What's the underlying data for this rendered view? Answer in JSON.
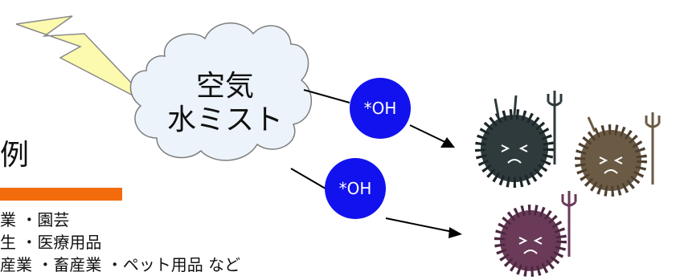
{
  "cloud": {
    "line1": "空気",
    "line2": "水ミスト"
  },
  "radicals": [
    {
      "label": "*OH"
    },
    {
      "label": "*OH"
    }
  ],
  "uses": {
    "heading": "例",
    "lines": [
      "業 ・園芸",
      "生 ・医療用品",
      "産業 ・畜産業 ・ペット用品 など"
    ]
  },
  "icons": {
    "lightning": "lightning-bolt-icon",
    "germs": "germ-icon"
  },
  "colors": {
    "radical": "#1212ee",
    "underline": "#f26c0d",
    "cloud_fill": "#ecf3fa",
    "bolt_fill": "#fcfaae"
  }
}
